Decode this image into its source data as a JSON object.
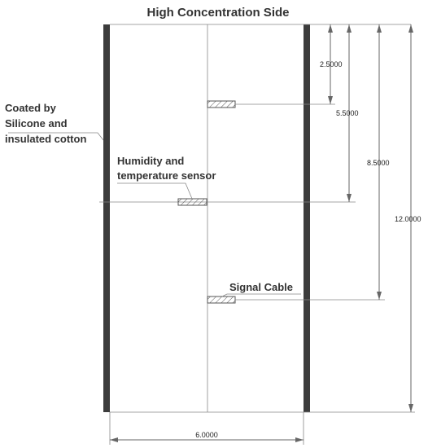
{
  "title": "High Concentration Side",
  "labels": {
    "coating_line1": "Coated by",
    "coating_line2": "Silicone and",
    "coating_line3": "insulated cotton",
    "sensor_line1": "Humidity and",
    "sensor_line2": "temperature sensor",
    "cable": "Signal Cable"
  },
  "dimensions": {
    "d1": "2.5000",
    "d2": "5.5000",
    "d3": "8.5000",
    "d4": "12.0000",
    "width": "6.0000"
  },
  "colors": {
    "wall": "#3c3c3c",
    "line": "#666666",
    "hatch": "#555555"
  }
}
